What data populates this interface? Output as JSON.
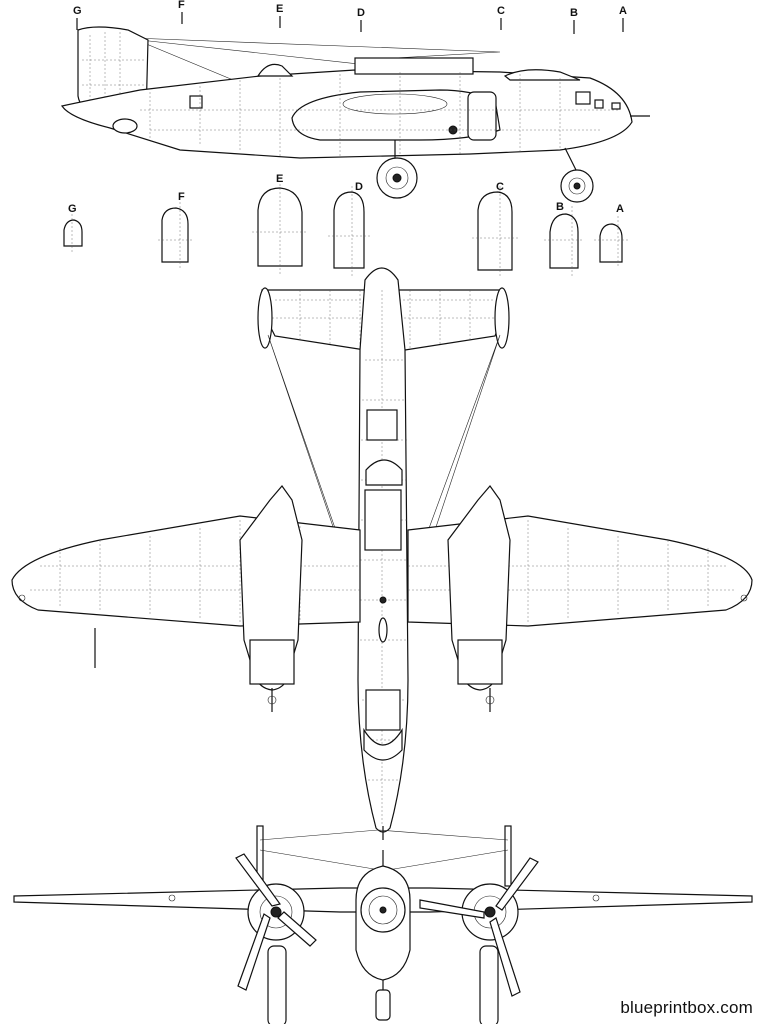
{
  "section_labels": [
    "G",
    "F",
    "E",
    "D",
    "C",
    "B",
    "A"
  ],
  "watermark": "blueprintbox.com"
}
